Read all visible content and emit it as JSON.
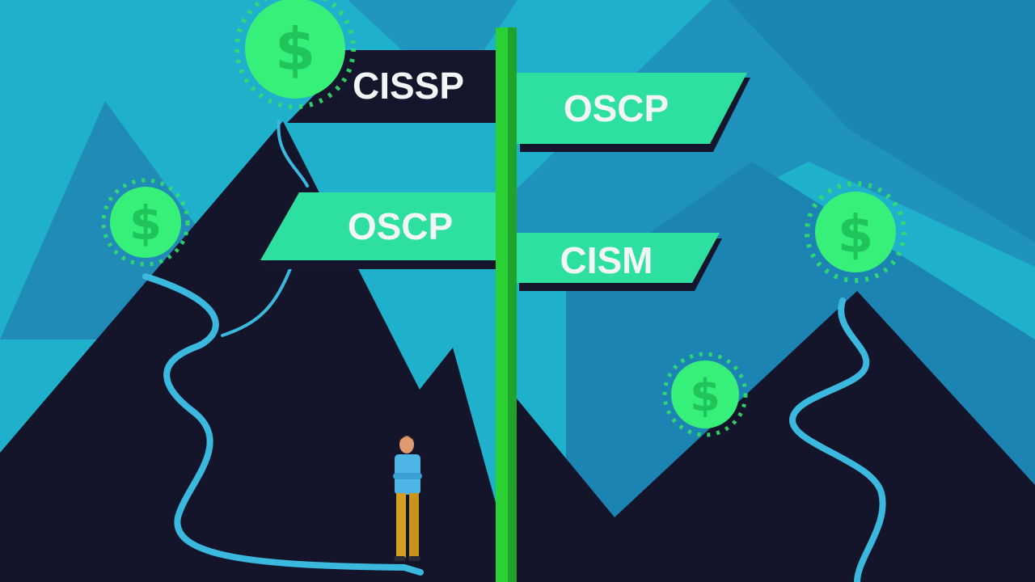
{
  "scene": {
    "signs": {
      "top_left": "CISSP",
      "top_right": "OSCP",
      "bottom_left": "OSCP",
      "bottom_right": "CISM"
    },
    "coin_symbol": "$",
    "icons": [
      "dollar-coin-icon"
    ]
  },
  "colors": {
    "sky": "#1fb0cc",
    "mountain_back": "#1f88b4",
    "mountain_dark": "#14142a",
    "sign_green": "#2ee0a0",
    "sign_dark": "#15152c",
    "pole_green": "#29d135",
    "coin_green": "#37f07a",
    "path_blue": "#3ab8dd"
  }
}
